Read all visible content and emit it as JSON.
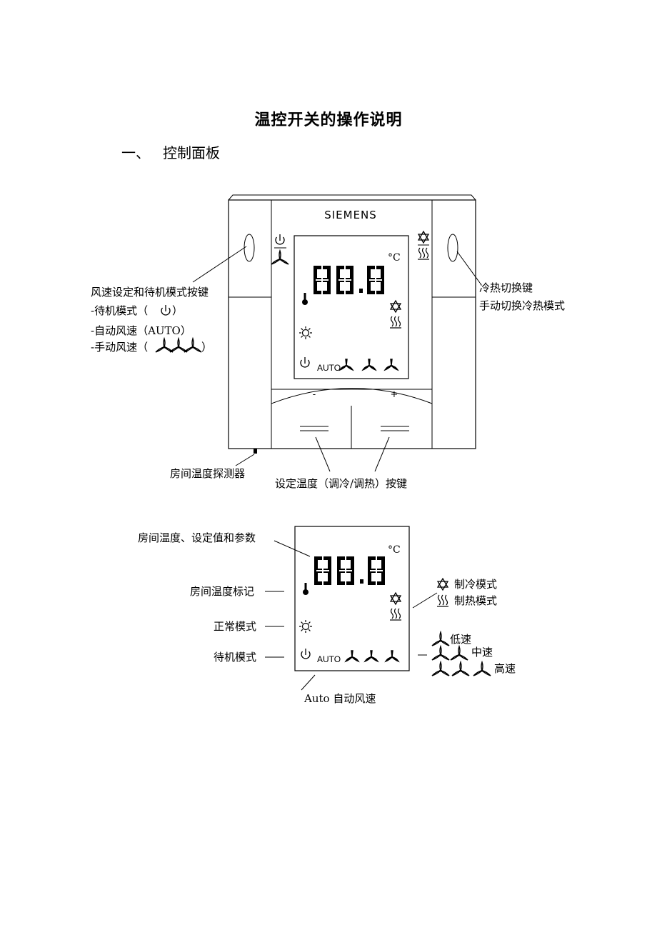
{
  "title": "温控开关的操作说明",
  "section": {
    "number": "一、",
    "heading": "控制面板"
  },
  "panel": {
    "brand": "SIEMENS",
    "display_digits": "88.8",
    "unit": "°C",
    "auto_text": "AUTO",
    "minus": "-",
    "plus": "+"
  },
  "left_labels": {
    "fan_standby_key": "风速设定和待机模式按键",
    "standby_mode": "-待机模式（",
    "standby_mode_end": "）",
    "auto_fan": "-自动风速（AUTO）",
    "manual_fan": "-手动风速（",
    "manual_fan_end": "）"
  },
  "right_labels": {
    "switch_key": "冷热切换键",
    "manual_switch": "手动切换冷热模式"
  },
  "bottom_labels": {
    "room_sensor": "房间温度探测器",
    "setpoint_key": "设定温度（调冷/调热）按键"
  },
  "display_labels": {
    "room_temp_setpoint": "房间温度、设定值和参数",
    "room_temp_mark": "房间温度标记",
    "normal_mode": "正常模式",
    "standby_mode": "待机模式",
    "cooling_mode": "制冷模式",
    "heating_mode": "制热模式",
    "low_speed": "低速",
    "mid_speed": "中速",
    "high_speed": "高速",
    "auto_fan": "Auto 自动风速"
  }
}
